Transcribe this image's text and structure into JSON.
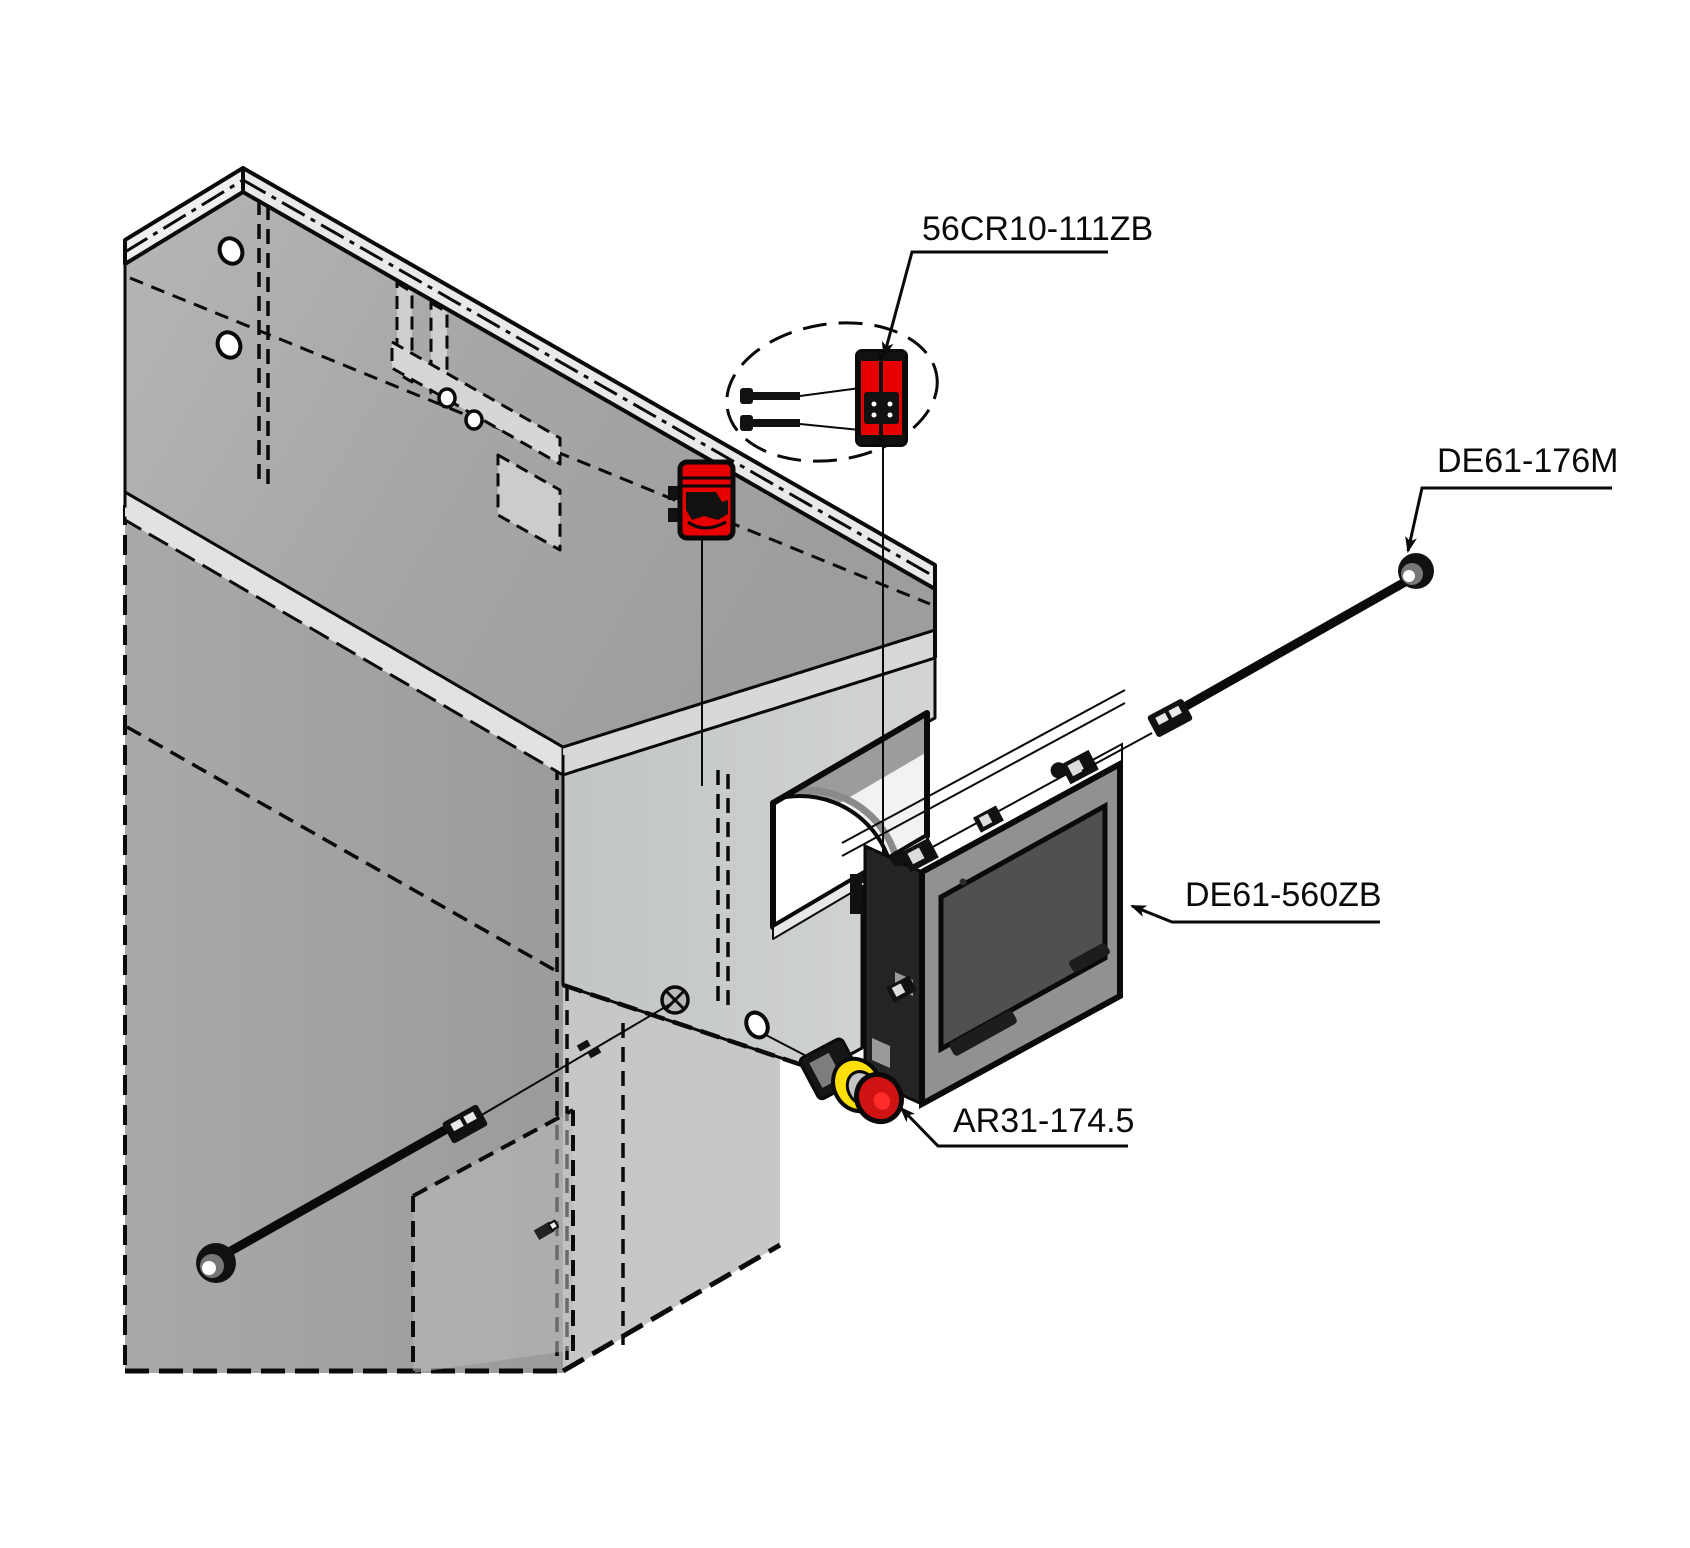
{
  "diagram": {
    "kind": "exploded-assembly-technical-drawing",
    "callouts": [
      {
        "id": "cr10",
        "text": "56CR10-111ZB",
        "part": "contact-block-with-screws"
      },
      {
        "id": "de176",
        "text": "DE61-176M",
        "part": "panel-mounting-rod"
      },
      {
        "id": "de560",
        "text": "DE61-560ZB",
        "part": "hmi-display-panel"
      },
      {
        "id": "ar31",
        "text": "AR31-174.5",
        "part": "emergency-stop-button"
      }
    ],
    "colors": {
      "line_black": "#0a0a0a",
      "enclosure_gray": "#a8a8a8",
      "enclosure_light_gray": "#c9cccc",
      "rim_light": "#ededed",
      "part_highlight_red": "#e60000",
      "estop_ring_yellow": "#ffdf0a",
      "estop_button_red": "#cf1212",
      "panel_bezel_gray": "#8f9192",
      "panel_screen_gray": "#4e5052"
    }
  }
}
